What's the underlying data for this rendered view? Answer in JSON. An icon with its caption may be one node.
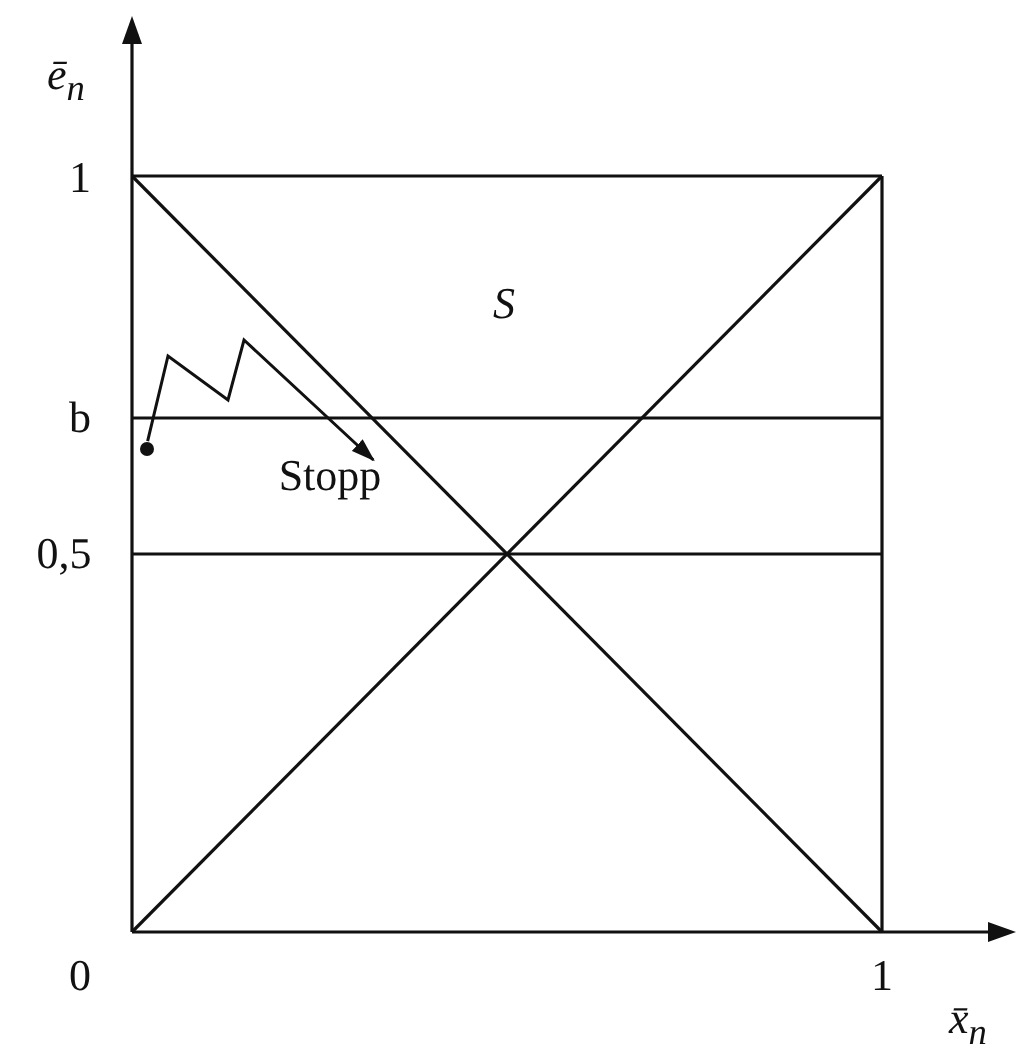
{
  "diagram": {
    "nodes": [
      {
        "text": [],
        "shape": "circle"
      },
      {
        "text": [
          "Stopp"
        ]
      }
    ],
    "edges": [
      {
        "from": 0,
        "to": 1,
        "arrow": "to"
      }
    ],
    "labels": [
      "ē$_{n}$",
      "1",
      "S",
      "b",
      "0,5",
      "0",
      "1",
      "x̄$_{n}$"
    ]
  }
}
